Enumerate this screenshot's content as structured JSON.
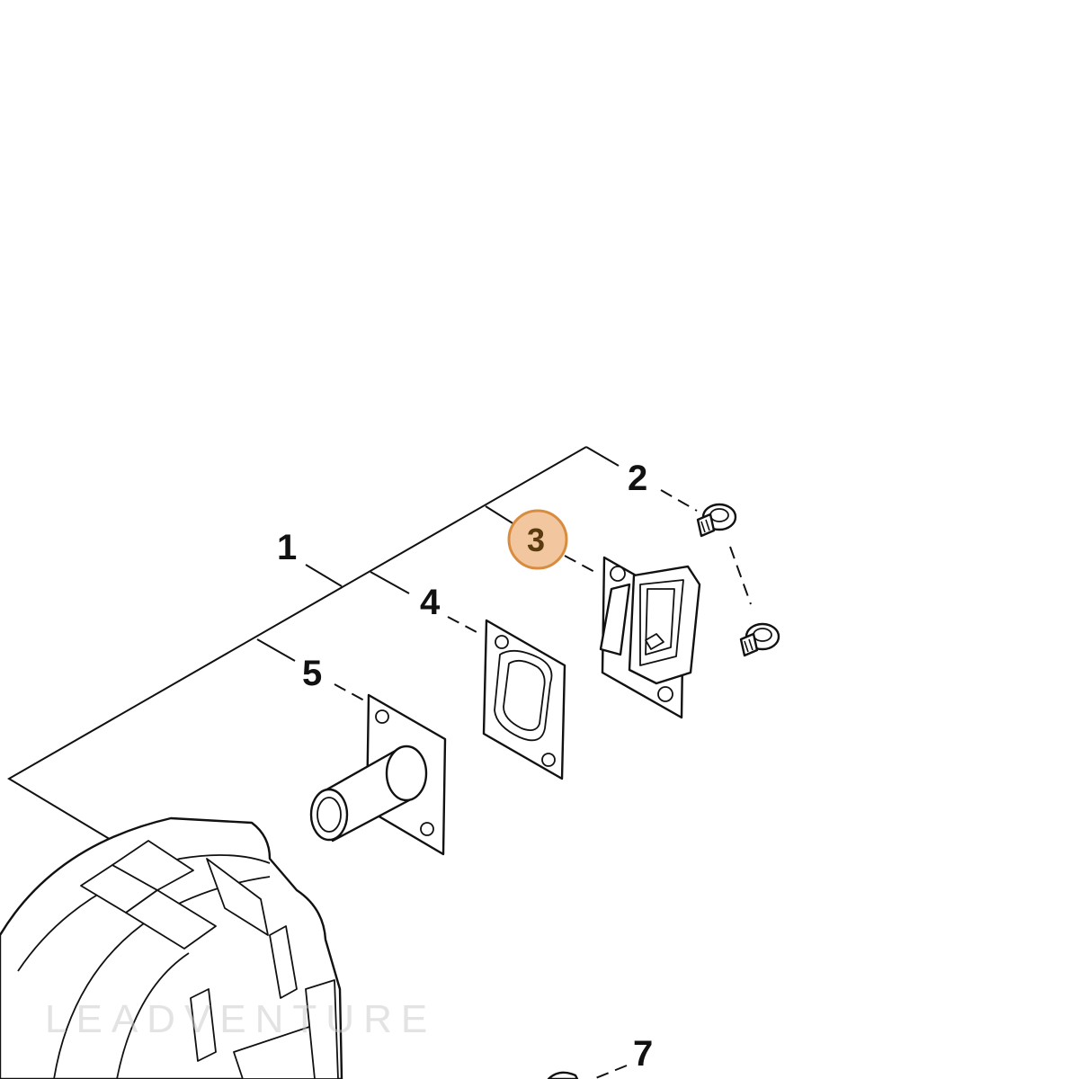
{
  "callouts": {
    "c1": "1",
    "c2": "2",
    "c3": "3",
    "c4": "4",
    "c5": "5",
    "c7": "7"
  },
  "highlight": {
    "callout": "3",
    "fill": "#f2c7a0",
    "stroke": "#d98c3f"
  },
  "watermark": "LEADVENTURE"
}
